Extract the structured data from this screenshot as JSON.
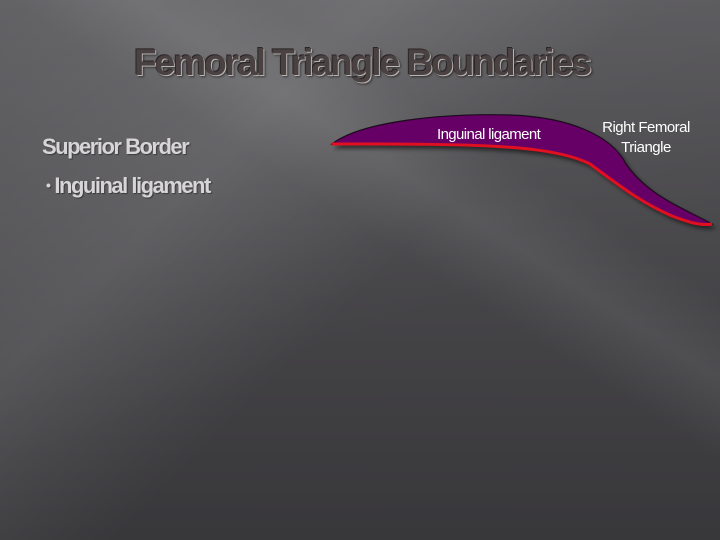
{
  "slide": {
    "title": "Femoral Triangle Boundaries",
    "heading": "Superior Border",
    "bullet": {
      "marker": "•",
      "text": "Inguinal ligament"
    }
  },
  "diagram": {
    "ligament_label": "Inguinal ligament",
    "region_label_line1": "Right Femoral",
    "region_label_line2": "Triangle",
    "colors": {
      "ligament_fill": "#660066",
      "ligament_border": "#e01020",
      "background": "#4a494c"
    }
  }
}
